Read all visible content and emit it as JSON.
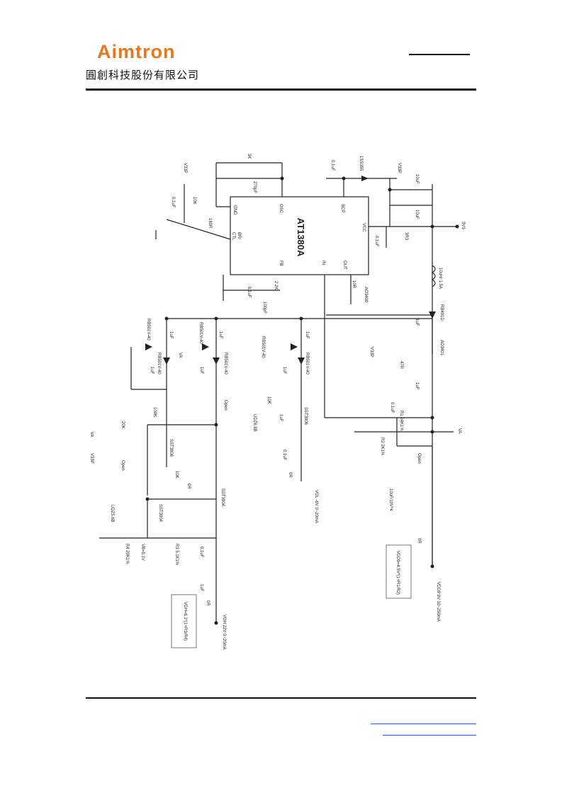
{
  "header": {
    "logo_text": "Aimtron",
    "company_name_cn": "圓創科技股份有限公司"
  },
  "schematic": {
    "ic": {
      "part": "AT1380A",
      "pins": [
        "GND",
        "OSC",
        "SCP",
        "VCC",
        "BR/",
        "CTL",
        "FB",
        "IN",
        "OUT"
      ]
    },
    "labels": {
      "r3k": "3K",
      "c270": "270pF",
      "c01_scp": "0.1uF",
      "d1ss": "1SS355",
      "v33p_top": "V33P",
      "c10a": "10uF",
      "c10b": "10uF",
      "v33p_left": "V33P",
      "r10k_tl": "10K",
      "c01_tl": "0.1uF",
      "r180": "180R",
      "r3r3": "3R3",
      "c01_vcc": "0.1uF",
      "v3v3": "3V3",
      "ind": "10uH/ 1.5A",
      "rb491": "RB491D",
      "r10r": "10R",
      "ao3400": "AO3400",
      "r22k": "2.2K",
      "c01_fb": "0.1uF",
      "c100p": "100pF",
      "ao3401": "AO3401",
      "r47": "47R",
      "v33p_mid": "V33P",
      "c1u_ao": "1uF",
      "rbd_a": "RB501V-40",
      "rbd_b": "RB501V-40",
      "rbd_c": "RB501V-40",
      "rbd_d": "RB501V-40",
      "rbd_e": "RB501V-40",
      "rbd_f": "RB501V-40",
      "c1u_a": "1uF",
      "c1u_b": "1uF",
      "c1u_c": "1uF",
      "c1u_d": "1uF",
      "c1u_e": "1uF",
      "c1u_f": "1uF",
      "va_a": "VA",
      "va_b": "VA",
      "va_c": "VA",
      "r_open_a": "Open",
      "r100k": "100K",
      "r20k": "20K",
      "v33p_b": "V33P",
      "r_open_b": "Open",
      "sst3906_a": "SST3906",
      "r10k_b": "10K",
      "r0r_a": "0R",
      "sst3904_a": "SST3904",
      "sst3904_b": "SST3904",
      "udz": "UDZ5.6B",
      "vb": "VB=5.1V",
      "r3": "R3 5.1K1%",
      "r4": "R4 20K1%",
      "c01_vgh": "0.1uF",
      "c1u_vgh": "1uF",
      "r0r_vgh": "0R",
      "vgh": "VGH 22V 0~20mA",
      "vgh_eq": "VGH=6.1*(1+R3/R4)",
      "r10k_vgl": "10K",
      "udz_b": "UDZ6.8B",
      "sst3906_b": "SST3906",
      "c1u_vgl": "1uF",
      "c01_vgl": "0.1uF",
      "r0r_vgl": "0R",
      "vgl": "VGL -6V 0~20mA",
      "c1u_vdd": "1uF",
      "c01_vdd": "0.1uF",
      "r1": "R1 24K1%",
      "r2": "R2 2K1%",
      "c_open": "Open",
      "c10x4": "10uF/10V*4",
      "r0r_vdd": "0R",
      "vdd": "VDD9 9V 10~250mA",
      "vdd_eq": "VDD9=4.5V*(1+R1/R2)"
    }
  }
}
